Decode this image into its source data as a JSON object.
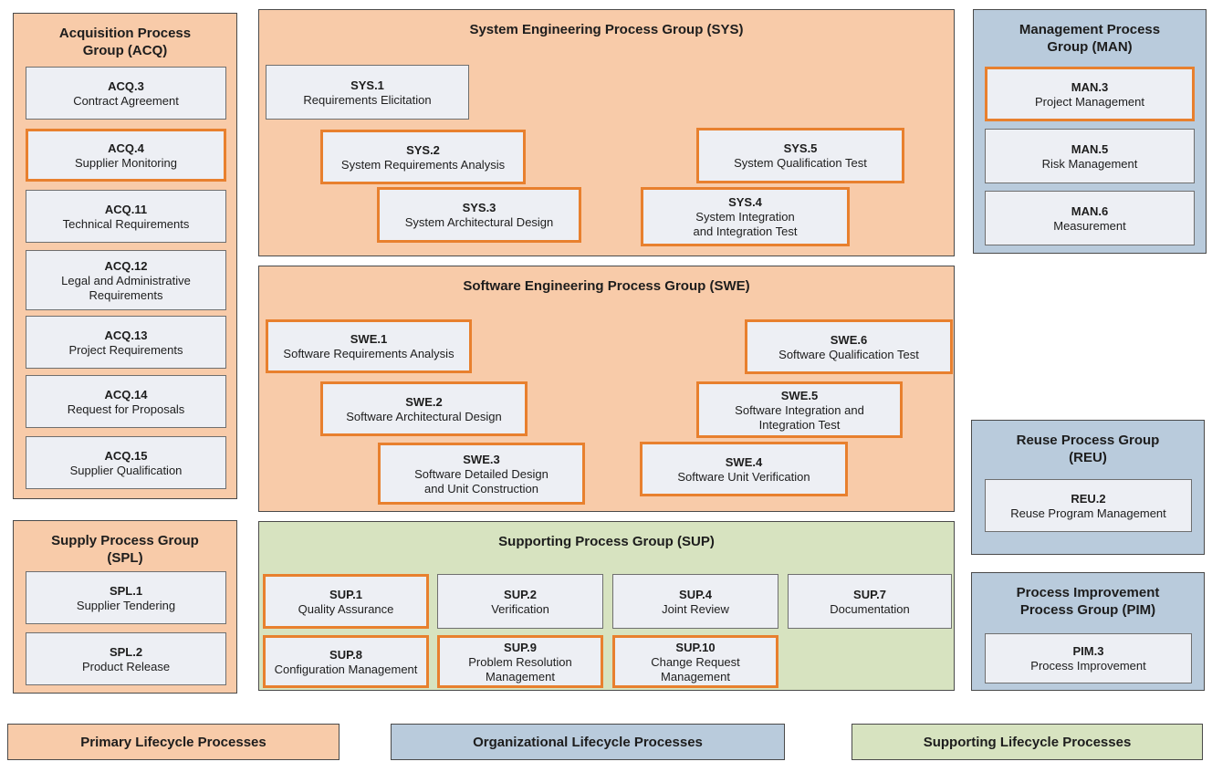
{
  "colors": {
    "primary_bg": "#f8cba9",
    "org_bg": "#b9cbdc",
    "sup_bg": "#d7e3c0",
    "box_bg": "#edeff4",
    "box_border": "#6f6f6f",
    "group_border": "#4a4a4a",
    "highlight": "#e8802e",
    "text": "#1d1d1d"
  },
  "groups": {
    "acq": {
      "title": "Acquisition Process\nGroup (ACQ)",
      "category": "primary",
      "boxes": [
        {
          "code": "ACQ.3",
          "label": "Contract Agreement",
          "highlighted": false
        },
        {
          "code": "ACQ.4",
          "label": "Supplier Monitoring",
          "highlighted": true
        },
        {
          "code": "ACQ.11",
          "label": "Technical Requirements",
          "highlighted": false
        },
        {
          "code": "ACQ.12",
          "label": "Legal and Administrative\nRequirements",
          "highlighted": false
        },
        {
          "code": "ACQ.13",
          "label": "Project Requirements",
          "highlighted": false
        },
        {
          "code": "ACQ.14",
          "label": "Request for Proposals",
          "highlighted": false
        },
        {
          "code": "ACQ.15",
          "label": "Supplier Qualification",
          "highlighted": false
        }
      ]
    },
    "spl": {
      "title": "Supply Process Group\n(SPL)",
      "category": "primary",
      "boxes": [
        {
          "code": "SPL.1",
          "label": "Supplier Tendering",
          "highlighted": false
        },
        {
          "code": "SPL.2",
          "label": "Product Release",
          "highlighted": false
        }
      ]
    },
    "sys": {
      "title": "System Engineering Process Group (SYS)",
      "category": "primary",
      "boxes": [
        {
          "code": "SYS.1",
          "label": "Requirements Elicitation",
          "highlighted": false
        },
        {
          "code": "SYS.2",
          "label": "System Requirements Analysis",
          "highlighted": true
        },
        {
          "code": "SYS.3",
          "label": "System Architectural Design",
          "highlighted": true
        },
        {
          "code": "SYS.4",
          "label": "System Integration\nand Integration Test",
          "highlighted": true
        },
        {
          "code": "SYS.5",
          "label": "System Qualification Test",
          "highlighted": true
        }
      ]
    },
    "swe": {
      "title": "Software Engineering Process Group (SWE)",
      "category": "primary",
      "boxes": [
        {
          "code": "SWE.1",
          "label": "Software Requirements Analysis",
          "highlighted": true
        },
        {
          "code": "SWE.2",
          "label": "Software Architectural Design",
          "highlighted": true
        },
        {
          "code": "SWE.3",
          "label": "Software Detailed Design\nand Unit Construction",
          "highlighted": true
        },
        {
          "code": "SWE.4",
          "label": "Software Unit Verification",
          "highlighted": true
        },
        {
          "code": "SWE.5",
          "label": "Software Integration and\nIntegration Test",
          "highlighted": true
        },
        {
          "code": "SWE.6",
          "label": "Software Qualification Test",
          "highlighted": true
        }
      ]
    },
    "sup": {
      "title": "Supporting Process Group (SUP)",
      "category": "supporting",
      "boxes": [
        {
          "code": "SUP.1",
          "label": "Quality Assurance",
          "highlighted": true
        },
        {
          "code": "SUP.2",
          "label": "Verification",
          "highlighted": false
        },
        {
          "code": "SUP.4",
          "label": "Joint Review",
          "highlighted": false
        },
        {
          "code": "SUP.7",
          "label": "Documentation",
          "highlighted": false
        },
        {
          "code": "SUP.8",
          "label": "Configuration Management",
          "highlighted": true
        },
        {
          "code": "SUP.9",
          "label": "Problem Resolution\nManagement",
          "highlighted": true
        },
        {
          "code": "SUP.10",
          "label": "Change Request\nManagement",
          "highlighted": true
        }
      ]
    },
    "man": {
      "title": "Management Process\nGroup (MAN)",
      "category": "organizational",
      "boxes": [
        {
          "code": "MAN.3",
          "label": "Project Management",
          "highlighted": true
        },
        {
          "code": "MAN.5",
          "label": "Risk Management",
          "highlighted": false
        },
        {
          "code": "MAN.6",
          "label": "Measurement",
          "highlighted": false
        }
      ]
    },
    "reu": {
      "title": "Reuse Process Group\n(REU)",
      "category": "organizational",
      "boxes": [
        {
          "code": "REU.2",
          "label": "Reuse Program Management",
          "highlighted": false
        }
      ]
    },
    "pim": {
      "title": "Process Improvement\nProcess Group (PIM)",
      "category": "organizational",
      "boxes": [
        {
          "code": "PIM.3",
          "label": "Process Improvement",
          "highlighted": false
        }
      ]
    }
  },
  "legend": {
    "primary": {
      "label": "Primary Lifecycle Processes"
    },
    "organizational": {
      "label": "Organizational Lifecycle Processes"
    },
    "supporting": {
      "label": "Supporting Lifecycle Processes"
    }
  }
}
